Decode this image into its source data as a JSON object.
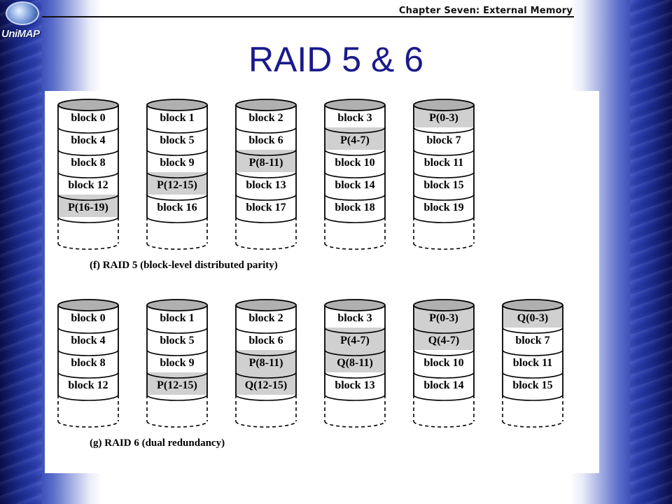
{
  "header": {
    "chapter": "Chapter Seven: External Memory",
    "logo_text": "UniMAP"
  },
  "slide": {
    "title": "RAID 5 & 6"
  },
  "colors": {
    "title": "#1a1a8c",
    "parity_fill": "#d0d0d0",
    "disk_top": "#b0b0b0"
  },
  "raid5": {
    "caption": "(f) RAID 5 (block-level distributed parity)",
    "disks": [
      [
        "block 0",
        "block 4",
        "block 8",
        "block 12",
        "P(16-19)"
      ],
      [
        "block 1",
        "block 5",
        "block 9",
        "P(12-15)",
        "block 16"
      ],
      [
        "block 2",
        "block 6",
        "P(8-11)",
        "block 13",
        "block 17"
      ],
      [
        "block 3",
        "P(4-7)",
        "block 10",
        "block 14",
        "block 18"
      ],
      [
        "P(0-3)",
        "block 7",
        "block 11",
        "block 15",
        "block 19"
      ]
    ]
  },
  "raid6": {
    "caption": "(g) RAID 6 (dual redundancy)",
    "disks": [
      [
        "block 0",
        "block 4",
        "block 8",
        "block 12"
      ],
      [
        "block 1",
        "block 5",
        "block 9",
        "P(12-15)"
      ],
      [
        "block 2",
        "block 6",
        "P(8-11)",
        "Q(12-15)"
      ],
      [
        "block 3",
        "P(4-7)",
        "Q(8-11)",
        "block 13"
      ],
      [
        "P(0-3)",
        "Q(4-7)",
        "block 10",
        "block 14"
      ],
      [
        "Q(0-3)",
        "block 7",
        "block 11",
        "block 15"
      ]
    ]
  }
}
